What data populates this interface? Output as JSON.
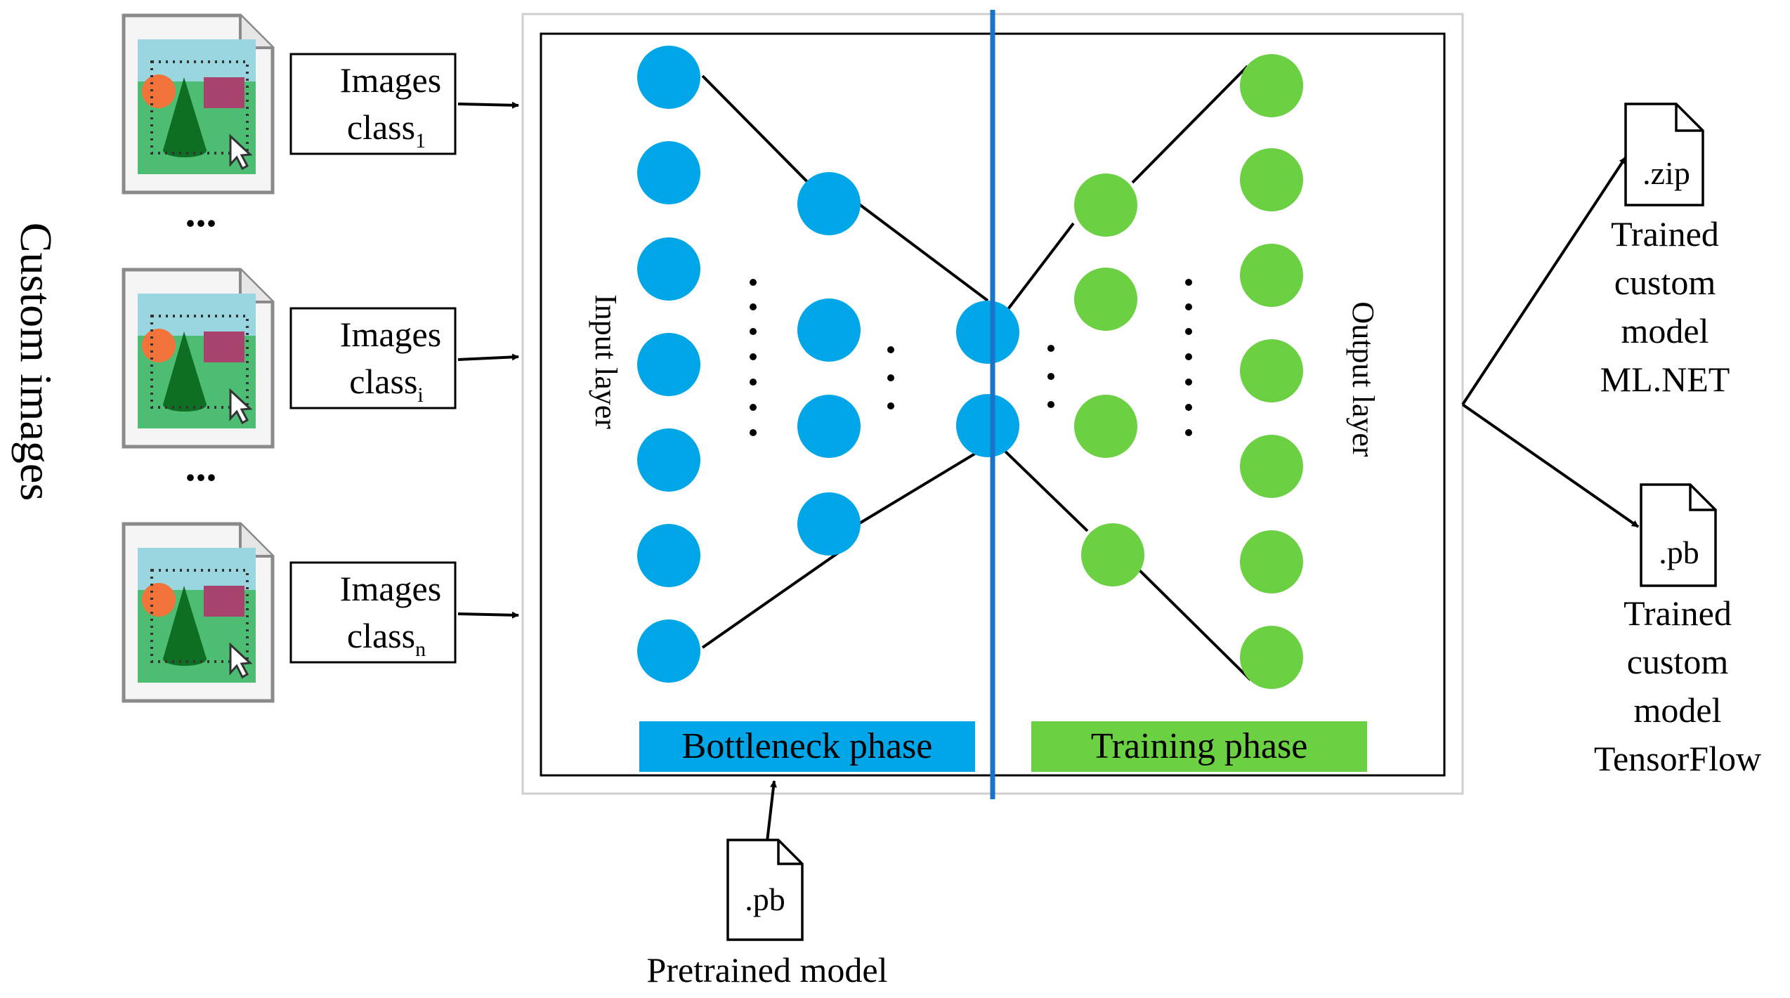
{
  "side_label": "Custom images",
  "image_classes": [
    {
      "name": "Images",
      "subscript_base": "class",
      "subscript": "1"
    },
    {
      "name": "Images",
      "subscript_base": "class",
      "subscript": "i"
    },
    {
      "name": "Images",
      "subscript_base": "class",
      "subscript": "n"
    }
  ],
  "ellipsis": "...",
  "network": {
    "input_layer_label": "Input layer",
    "output_layer_label": "Output layer",
    "bottleneck_phase_label": "Bottleneck phase",
    "training_phase_label": "Training phase",
    "colors": {
      "bottleneck": "#00a6e8",
      "training": "#6cd043",
      "divider": "#1a73c8"
    }
  },
  "pretrained": {
    "ext": ".pb",
    "label": "Pretrained model"
  },
  "outputs": [
    {
      "ext": ".zip",
      "lines": [
        "Trained",
        "custom",
        "model",
        "ML.NET"
      ]
    },
    {
      "ext": ".pb",
      "lines": [
        "Trained",
        "custom",
        "model",
        "TensorFlow"
      ]
    }
  ]
}
